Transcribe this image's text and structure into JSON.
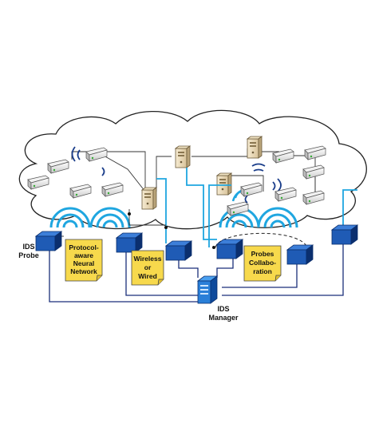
{
  "labels": {
    "ids_probe": [
      "IDS",
      "Probe"
    ],
    "ids_manager": [
      "IDS",
      "Manager"
    ]
  },
  "notes": {
    "neural": [
      "Protocol-",
      "aware",
      "Neural",
      "Network"
    ],
    "wireless": [
      "Wireless",
      "or",
      "Wired"
    ],
    "collab": [
      "Probes",
      "Collabo-",
      "ration"
    ]
  },
  "colors": {
    "wireless_signal": "#1fa6e0",
    "probe_blue": "#1f5bb5",
    "probe_dark": "#0b2f6e",
    "note_yellow": "#f7d94c",
    "manager_link": "#1b2f7a",
    "lan_link": "#333333"
  }
}
